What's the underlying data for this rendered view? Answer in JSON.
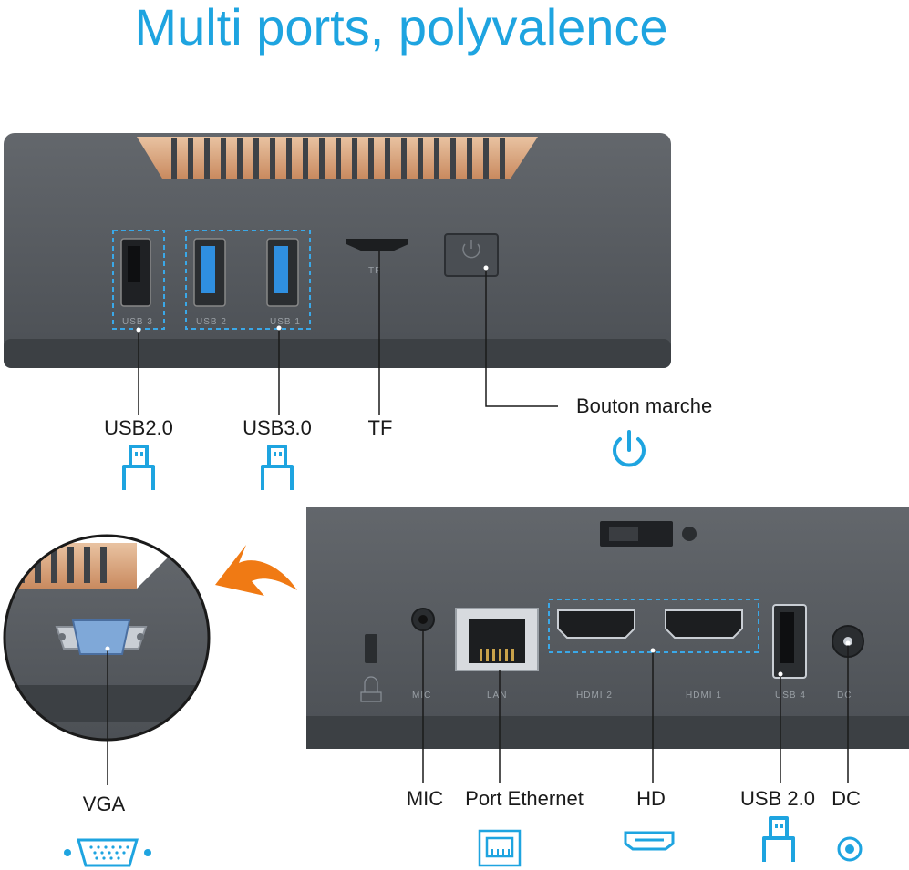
{
  "title": "Multi ports, polyvalence",
  "top_device": {
    "port_labels": {
      "usb3": "USB 3",
      "usb2": "USB 2",
      "usb1": "USB 1",
      "tf": "TF"
    }
  },
  "bottom_device": {
    "port_labels": {
      "mic": "MIC",
      "lan": "LAN",
      "hdmi2": "HDMI 2",
      "hdmi1": "HDMI 1",
      "usb4": "USB 4",
      "dc": "DC"
    }
  },
  "callouts": {
    "usb20_top": "USB2.0",
    "usb30": "USB3.0",
    "tf": "TF",
    "power": "Bouton marche",
    "vga": "VGA",
    "mic": "MIC",
    "ethernet": "Port Ethernet",
    "hd": "HD",
    "usb20_bottom": "USB 2.0",
    "dc": "DC"
  },
  "colors": {
    "accent": "#1ea4e0",
    "arrow": "#f07a14",
    "device_body": "#55595e"
  },
  "icons": [
    "usb-icon",
    "power-icon",
    "vga-icon",
    "ethernet-icon",
    "hdmi-icon",
    "dc-icon"
  ]
}
